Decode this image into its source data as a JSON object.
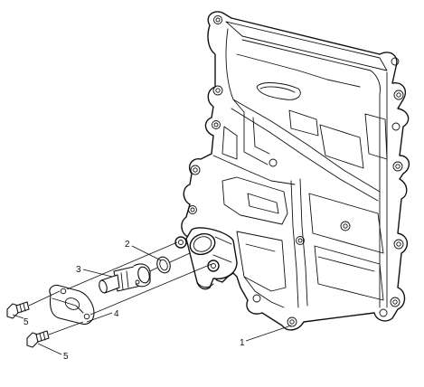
{
  "labels": {
    "cover": "1",
    "o_ring": "2",
    "shaft": "3",
    "plate": "4",
    "bolt_upper": "5",
    "bolt_lower": "5"
  }
}
